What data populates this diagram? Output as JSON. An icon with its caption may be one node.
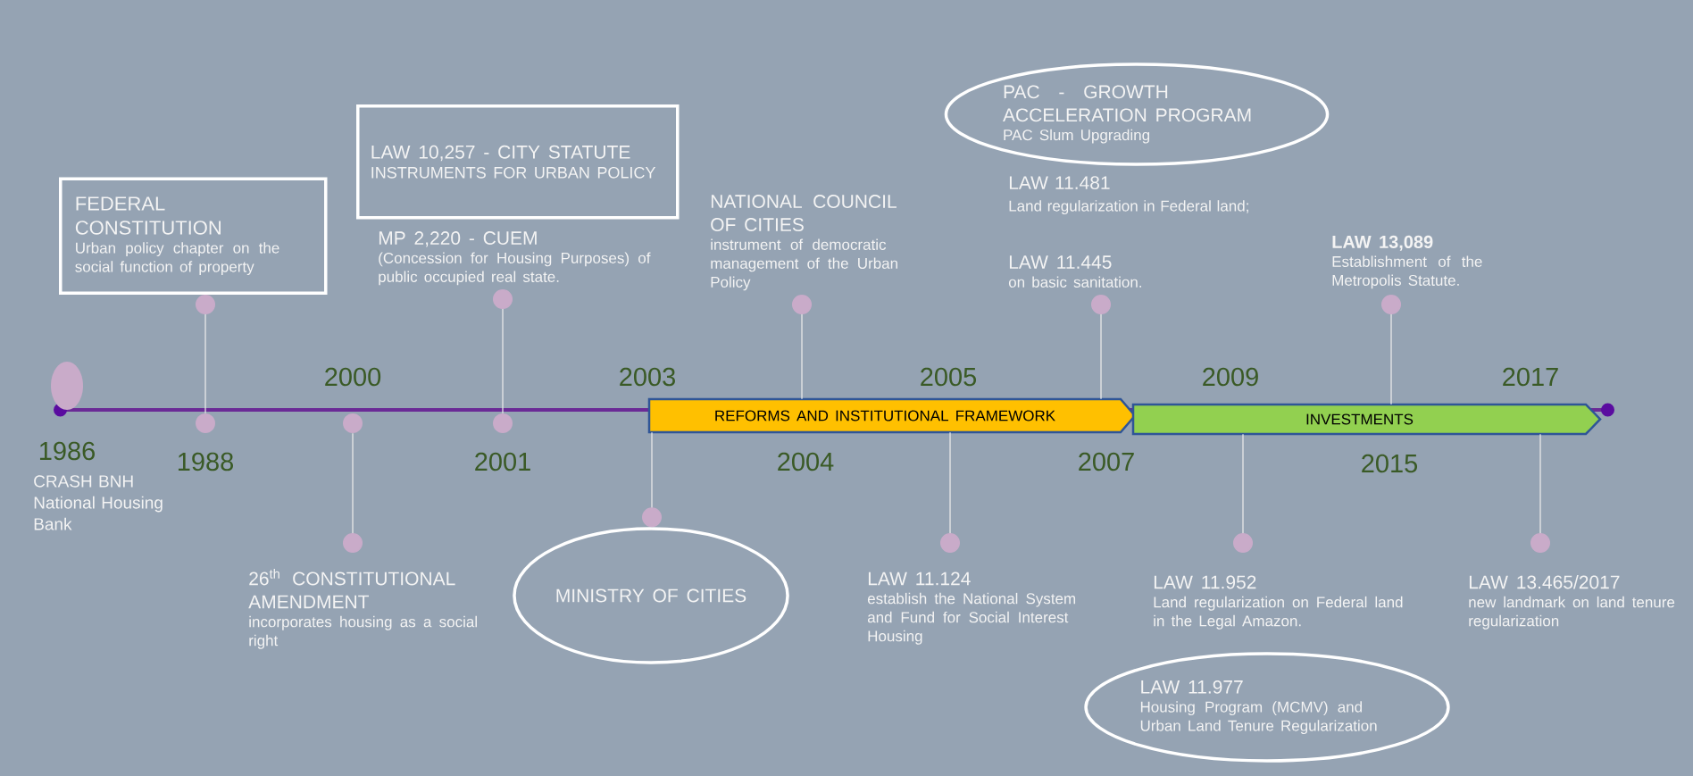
{
  "diagram": {
    "nodes": [
      {
        "text": [],
        "shape": "circle",
        "beside": [
          "1986"
        ]
      },
      {
        "text": [],
        "shape": "circle",
        "beside": [
          "1988"
        ]
      },
      {
        "text": [],
        "shape": "circle",
        "beside": [
          "2000"
        ]
      },
      {
        "text": [],
        "shape": "circle",
        "beside": [
          "2001"
        ]
      },
      {
        "text": [
          "FEDERAL CONSTITUTION",
          "Urban policy chapter on the social function of property"
        ]
      },
      {
        "text": [
          "LAW 10,257 - CITY STATUTE",
          "INSTRUMENTS FOR URBAN POLICY"
        ]
      },
      {
        "text": [
          "MP 2,220 - CUEM",
          "(Concession for Housing Purposes) of public occupied real state."
        ]
      },
      {
        "text": [
          "26$^{th}$ CONSTITUTIONAL AMENDMENT",
          "incorporates housing as a social right"
        ]
      },
      {
        "text": [
          "MINISTRY OF CITIES"
        ]
      },
      {
        "text": [
          "NATIONAL COUNCIL OF CITIES",
          "instrument of democratic management of the Urban Policy"
        ]
      },
      {
        "text": [
          "LAW 11.124",
          "establish the National System and Fund for Social Interest Housing"
        ]
      },
      {
        "text": [
          "PAC - GROWTH ACCELERATION PROGRAM",
          "PAC Slum Upgrading"
        ]
      },
      {
        "text": [
          "LAW 11.445",
          "on basic sanitation."
        ]
      },
      {
        "text": [
          "LAW 11.952",
          "Land regularization on Federal land in the Legal Amazon."
        ]
      },
      {
        "text": [
          "LAW 11.977",
          "Housing Program (MCMV) and Urban Land Tenure Regularization"
        ]
      },
      {
        "text": [
          "LAW 13,089",
          "Establishment of the Metropolis Statute."
        ]
      },
      {
        "text": [
          "LAW 13.465/2017",
          "new landmark on land tenure regularization"
        ]
      },
      {
        "text": [
          "REFORMS AND INSTITUTIONAL FRAMEWORK"
        ]
      },
      {
        "text": [
          "INVESTMENTS"
        ]
      }
    ],
    "edges": [
      {
        "from": 4,
        "to": 1,
        "arrow": "other"
      },
      {
        "from": 6,
        "to": 3,
        "arrow": "other"
      },
      {
        "from": 7,
        "to": 2,
        "arrow": "other"
      },
      {
        "from": 8,
        "to": 17,
        "arrow": "other"
      },
      {
        "from": 9,
        "to": 17,
        "arrow": "other"
      },
      {
        "from": 10,
        "to": 17,
        "arrow": "other"
      },
      {
        "from": 12,
        "to": 17,
        "arrow": "other"
      },
      {
        "from": 13,
        "to": 18,
        "arrow": "other"
      },
      {
        "from": 15,
        "to": 18,
        "arrow": "other"
      },
      {
        "from": 16,
        "to": 18,
        "arrow": "other"
      }
    ],
    "labels": [
      "CRASH BNH National Housing Bank",
      "2003",
      "2004",
      "2005",
      "2007",
      "2009",
      "2015",
      "2017",
      "LAW 11.481",
      "Land regularization in Federal land;"
    ]
  }
}
